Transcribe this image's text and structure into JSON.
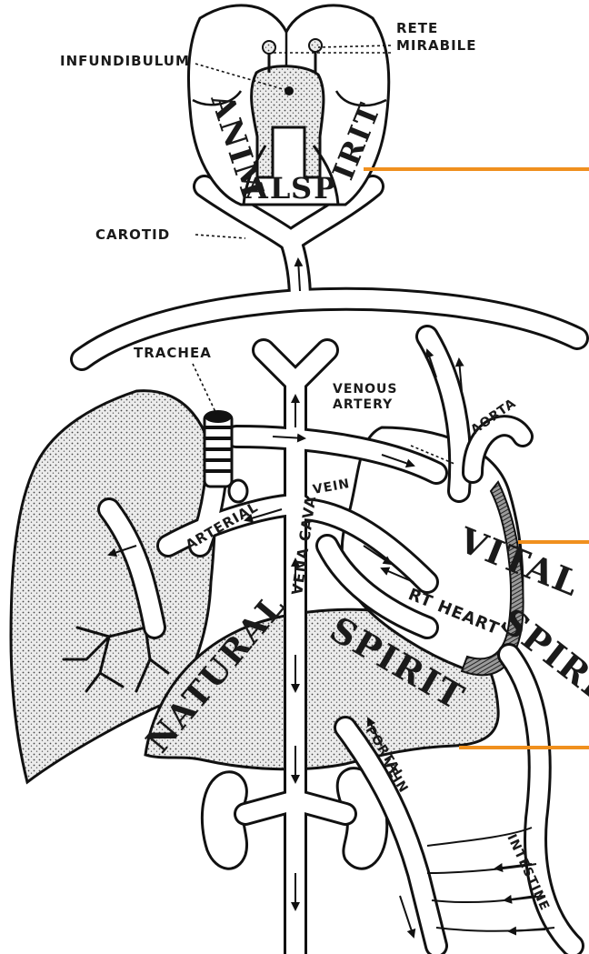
{
  "labels": {
    "infundibulum": "INFUNDIBULUM",
    "rete_1": "RETE",
    "rete_2": "MIRABILE",
    "carotid": "CAROTID",
    "trachea": "TRACHEA",
    "venous_1": "VENOUS",
    "venous_2": "ARTERY",
    "aorta": "AORTA",
    "vein": "VEIN",
    "arterial": "ARTERIAL",
    "vena_cava": "VENA CAVA",
    "rt_heart": "RT HEART",
    "portal": "PORTAL",
    "portal_vein": "VEIN",
    "intestine": "INTESTINE"
  },
  "spirits": {
    "animal_1": "ANIM",
    "animal_2": "AL",
    "animal_3": "SP",
    "animal_4": "IRIT",
    "vital_1": "VITAL",
    "vital_2": "SPIRIT",
    "natural_1": "NATURAL",
    "natural_2": "SPIRIT"
  },
  "colors": {
    "callout": "#f0901e",
    "ink": "#111111",
    "stipple": "#e9e9e9"
  }
}
